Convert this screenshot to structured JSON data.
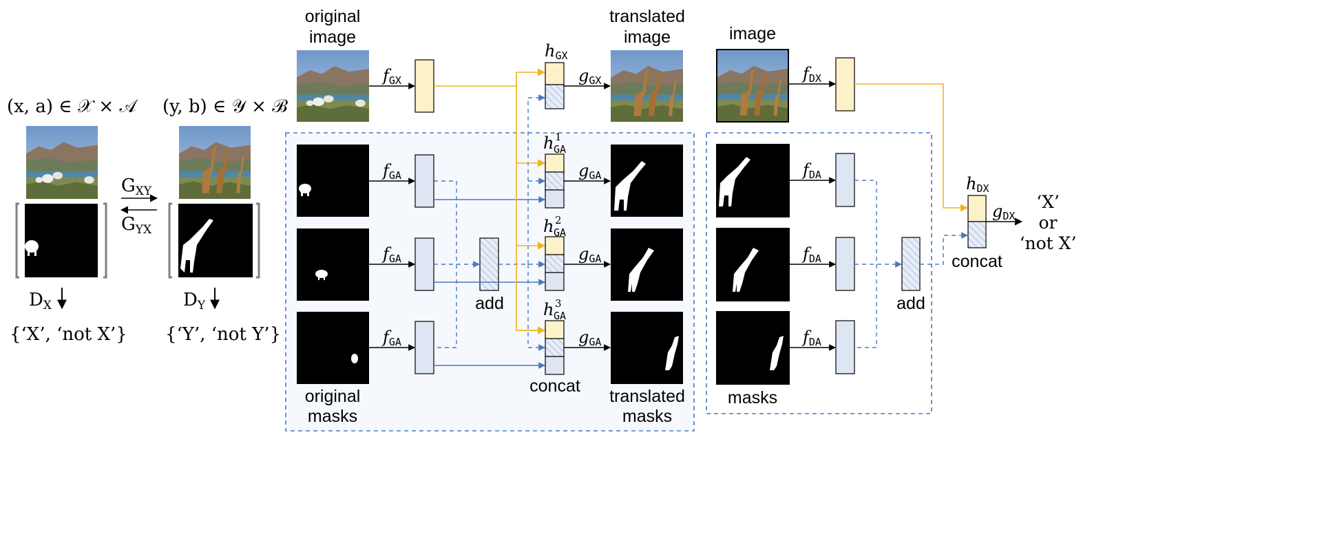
{
  "left": {
    "x_domain": "(x, a) ∈ 𝒳 × 𝒜",
    "y_domain": "(y, b) ∈ 𝒴 × ℬ",
    "g_xy": "G",
    "g_xy_sub": "XY",
    "g_yx": "G",
    "g_yx_sub": "YX",
    "dx": "D",
    "dx_sub": "X",
    "dy": "D",
    "dy_sub": "Y",
    "dx_out": "{‘X’, ‘not X’}",
    "dy_out": "{‘Y’, ‘not Y’}"
  },
  "generator": {
    "original_image_line1": "original",
    "original_image_line2": "image",
    "translated_image_line1": "translated",
    "translated_image_line2": "image",
    "original_masks_line1": "original",
    "original_masks_line2": "masks",
    "translated_masks_line1": "translated",
    "translated_masks_line2": "masks",
    "f_gx": "f",
    "f_gx_sub": "GX",
    "f_ga": "f",
    "f_ga_sub": "GA",
    "g_gx": "g",
    "g_gx_sub": "GX",
    "g_ga": "g",
    "g_ga_sub": "GA",
    "h_gx": "h",
    "h_gx_sub": "GX",
    "h_ga": "h",
    "h_ga_sub": "GA",
    "h_ga_sup1": "1",
    "h_ga_sup2": "2",
    "h_ga_sup3": "3",
    "add": "add",
    "concat": "concat"
  },
  "discriminator": {
    "image_label": "image",
    "masks_label": "masks",
    "f_dx": "f",
    "f_dx_sub": "DX",
    "f_da": "f",
    "f_da_sub": "DA",
    "h_dx": "h",
    "h_dx_sub": "DX",
    "g_dx": "g",
    "g_dx_sub": "DX",
    "add": "add",
    "concat": "concat",
    "out_line1": "‘X’",
    "out_line2": "or",
    "out_line3": "‘not X’"
  },
  "colors": {
    "yellow_box": "#fdf1c8",
    "blue_box": "#dfe6f3",
    "yellow_line": "#f2b41e",
    "blue_line": "#4a78c0",
    "dashed_border": "#4a78c0",
    "panel_fill": "#f5f8fc"
  }
}
